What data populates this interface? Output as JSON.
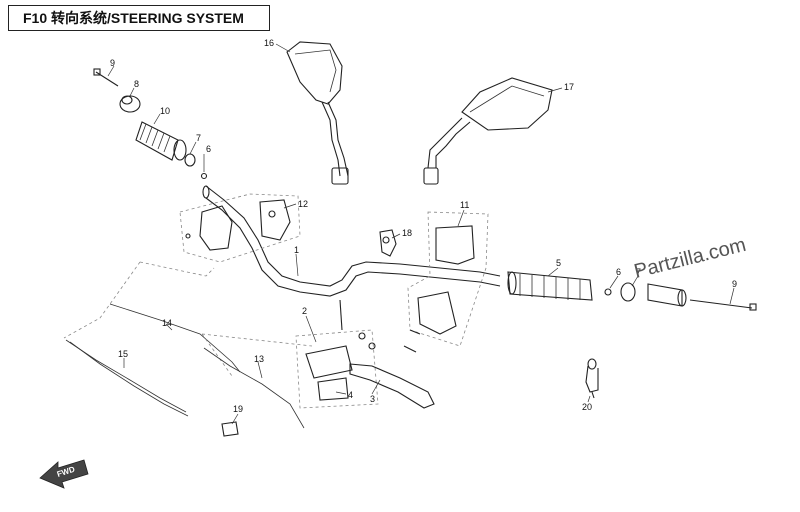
{
  "title": "F10 转向系统/STEERING SYSTEM",
  "watermark": "Partzilla.com",
  "direction_badge": "FWD",
  "callouts": [
    {
      "id": "c1",
      "label": "1"
    },
    {
      "id": "c2",
      "label": "2"
    },
    {
      "id": "c3",
      "label": "3"
    },
    {
      "id": "c4",
      "label": "4"
    },
    {
      "id": "c5",
      "label": "5"
    },
    {
      "id": "c6a",
      "label": "6"
    },
    {
      "id": "c6b",
      "label": "6"
    },
    {
      "id": "c7a",
      "label": "7"
    },
    {
      "id": "c7b",
      "label": "7"
    },
    {
      "id": "c8",
      "label": "8"
    },
    {
      "id": "c9a",
      "label": "9"
    },
    {
      "id": "c9b",
      "label": "9"
    },
    {
      "id": "c10",
      "label": "10"
    },
    {
      "id": "c11",
      "label": "11"
    },
    {
      "id": "c12",
      "label": "12"
    },
    {
      "id": "c13",
      "label": "13"
    },
    {
      "id": "c14",
      "label": "14"
    },
    {
      "id": "c15",
      "label": "15"
    },
    {
      "id": "c16",
      "label": "16"
    },
    {
      "id": "c17",
      "label": "17"
    },
    {
      "id": "c18",
      "label": "18"
    },
    {
      "id": "c19",
      "label": "19"
    },
    {
      "id": "c20",
      "label": "20"
    }
  ]
}
